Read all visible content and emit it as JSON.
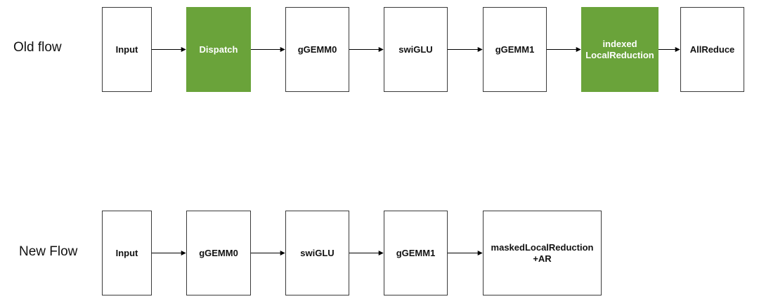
{
  "diagram": {
    "old_flow": {
      "label": "Old flow",
      "nodes": [
        {
          "id": "input",
          "lines": [
            "Input"
          ],
          "highlighted": false
        },
        {
          "id": "dispatch",
          "lines": [
            "Dispatch"
          ],
          "highlighted": true
        },
        {
          "id": "ggemm0",
          "lines": [
            "gGEMM0"
          ],
          "highlighted": false
        },
        {
          "id": "swiglu",
          "lines": [
            "swiGLU"
          ],
          "highlighted": false
        },
        {
          "id": "ggemm1",
          "lines": [
            "gGEMM1"
          ],
          "highlighted": false
        },
        {
          "id": "indexed-local-reduction",
          "lines": [
            "indexed",
            "LocalReduction"
          ],
          "highlighted": true
        },
        {
          "id": "allreduce",
          "lines": [
            "AllReduce"
          ],
          "highlighted": false
        }
      ],
      "edges": [
        [
          "input",
          "dispatch"
        ],
        [
          "dispatch",
          "ggemm0"
        ],
        [
          "ggemm0",
          "swiglu"
        ],
        [
          "swiglu",
          "ggemm1"
        ],
        [
          "ggemm1",
          "indexed-local-reduction"
        ],
        [
          "indexed-local-reduction",
          "allreduce"
        ]
      ]
    },
    "new_flow": {
      "label": "New Flow",
      "nodes": [
        {
          "id": "input",
          "lines": [
            "Input"
          ],
          "highlighted": false
        },
        {
          "id": "ggemm0",
          "lines": [
            "gGEMM0"
          ],
          "highlighted": false
        },
        {
          "id": "swiglu",
          "lines": [
            "swiGLU"
          ],
          "highlighted": false
        },
        {
          "id": "ggemm1",
          "lines": [
            "gGEMM1"
          ],
          "highlighted": false
        },
        {
          "id": "masked-local-reduction-ar",
          "lines": [
            "maskedLocalReduction",
            "+AR"
          ],
          "highlighted": false
        }
      ],
      "edges": [
        [
          "input",
          "ggemm0"
        ],
        [
          "ggemm0",
          "swiglu"
        ],
        [
          "swiglu",
          "ggemm1"
        ],
        [
          "ggemm1",
          "masked-local-reduction-ar"
        ]
      ]
    },
    "colors": {
      "highlight_fill": "#6aa33a",
      "highlight_text": "#ffffff",
      "box_border": "#3a3a3a",
      "edge": "#000000"
    }
  }
}
